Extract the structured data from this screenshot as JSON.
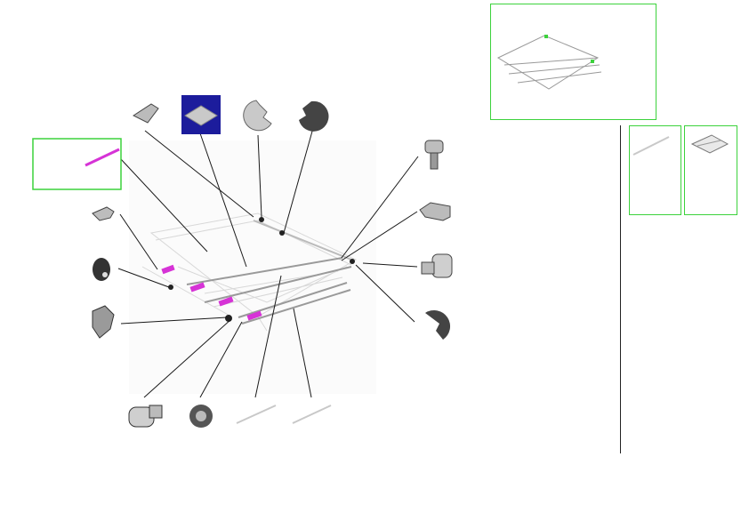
{
  "diagram": {
    "type": "exploded-parts-view",
    "subject": "paper-feed-tray-assembly",
    "colors": {
      "highlight_border": "#3cd23c",
      "highlight_part": "#d633d6",
      "leader_line": "#1a1a1a",
      "part_fill": "#cfcfcf",
      "part_dark": "#4a4a4a",
      "selected_tile": "#1c1c9c"
    },
    "callouts_left": [
      {
        "id": "pink-shaft",
        "icon": "rod-icon"
      },
      {
        "id": "lever-small",
        "icon": "lever-icon"
      },
      {
        "id": "knob-wheel",
        "icon": "knob-icon"
      },
      {
        "id": "latch",
        "icon": "latch-icon"
      }
    ],
    "callouts_top": [
      {
        "id": "arm-clip",
        "icon": "clip-icon"
      },
      {
        "id": "pad-sheet",
        "icon": "pad-icon",
        "selected": true
      },
      {
        "id": "e-ring-1",
        "icon": "e-ring-icon"
      },
      {
        "id": "e-ring-2",
        "icon": "e-ring-icon"
      }
    ],
    "callouts_right": [
      {
        "id": "screw",
        "icon": "screw-icon"
      },
      {
        "id": "bracket",
        "icon": "bracket-icon"
      },
      {
        "id": "bushing",
        "icon": "bushing-icon"
      },
      {
        "id": "e-ring-3",
        "icon": "e-ring-icon"
      }
    ],
    "callouts_bottom": [
      {
        "id": "coupling",
        "icon": "coupling-icon"
      },
      {
        "id": "gear",
        "icon": "gear-icon"
      },
      {
        "id": "rod-1",
        "icon": "rod-icon"
      },
      {
        "id": "rod-2",
        "icon": "rod-icon"
      }
    ],
    "insets": [
      {
        "id": "assembly-overview",
        "icon": "assembly-icon"
      },
      {
        "id": "rod-inset",
        "icon": "rod-icon"
      },
      {
        "id": "tray-inset",
        "icon": "tray-icon"
      }
    ]
  }
}
